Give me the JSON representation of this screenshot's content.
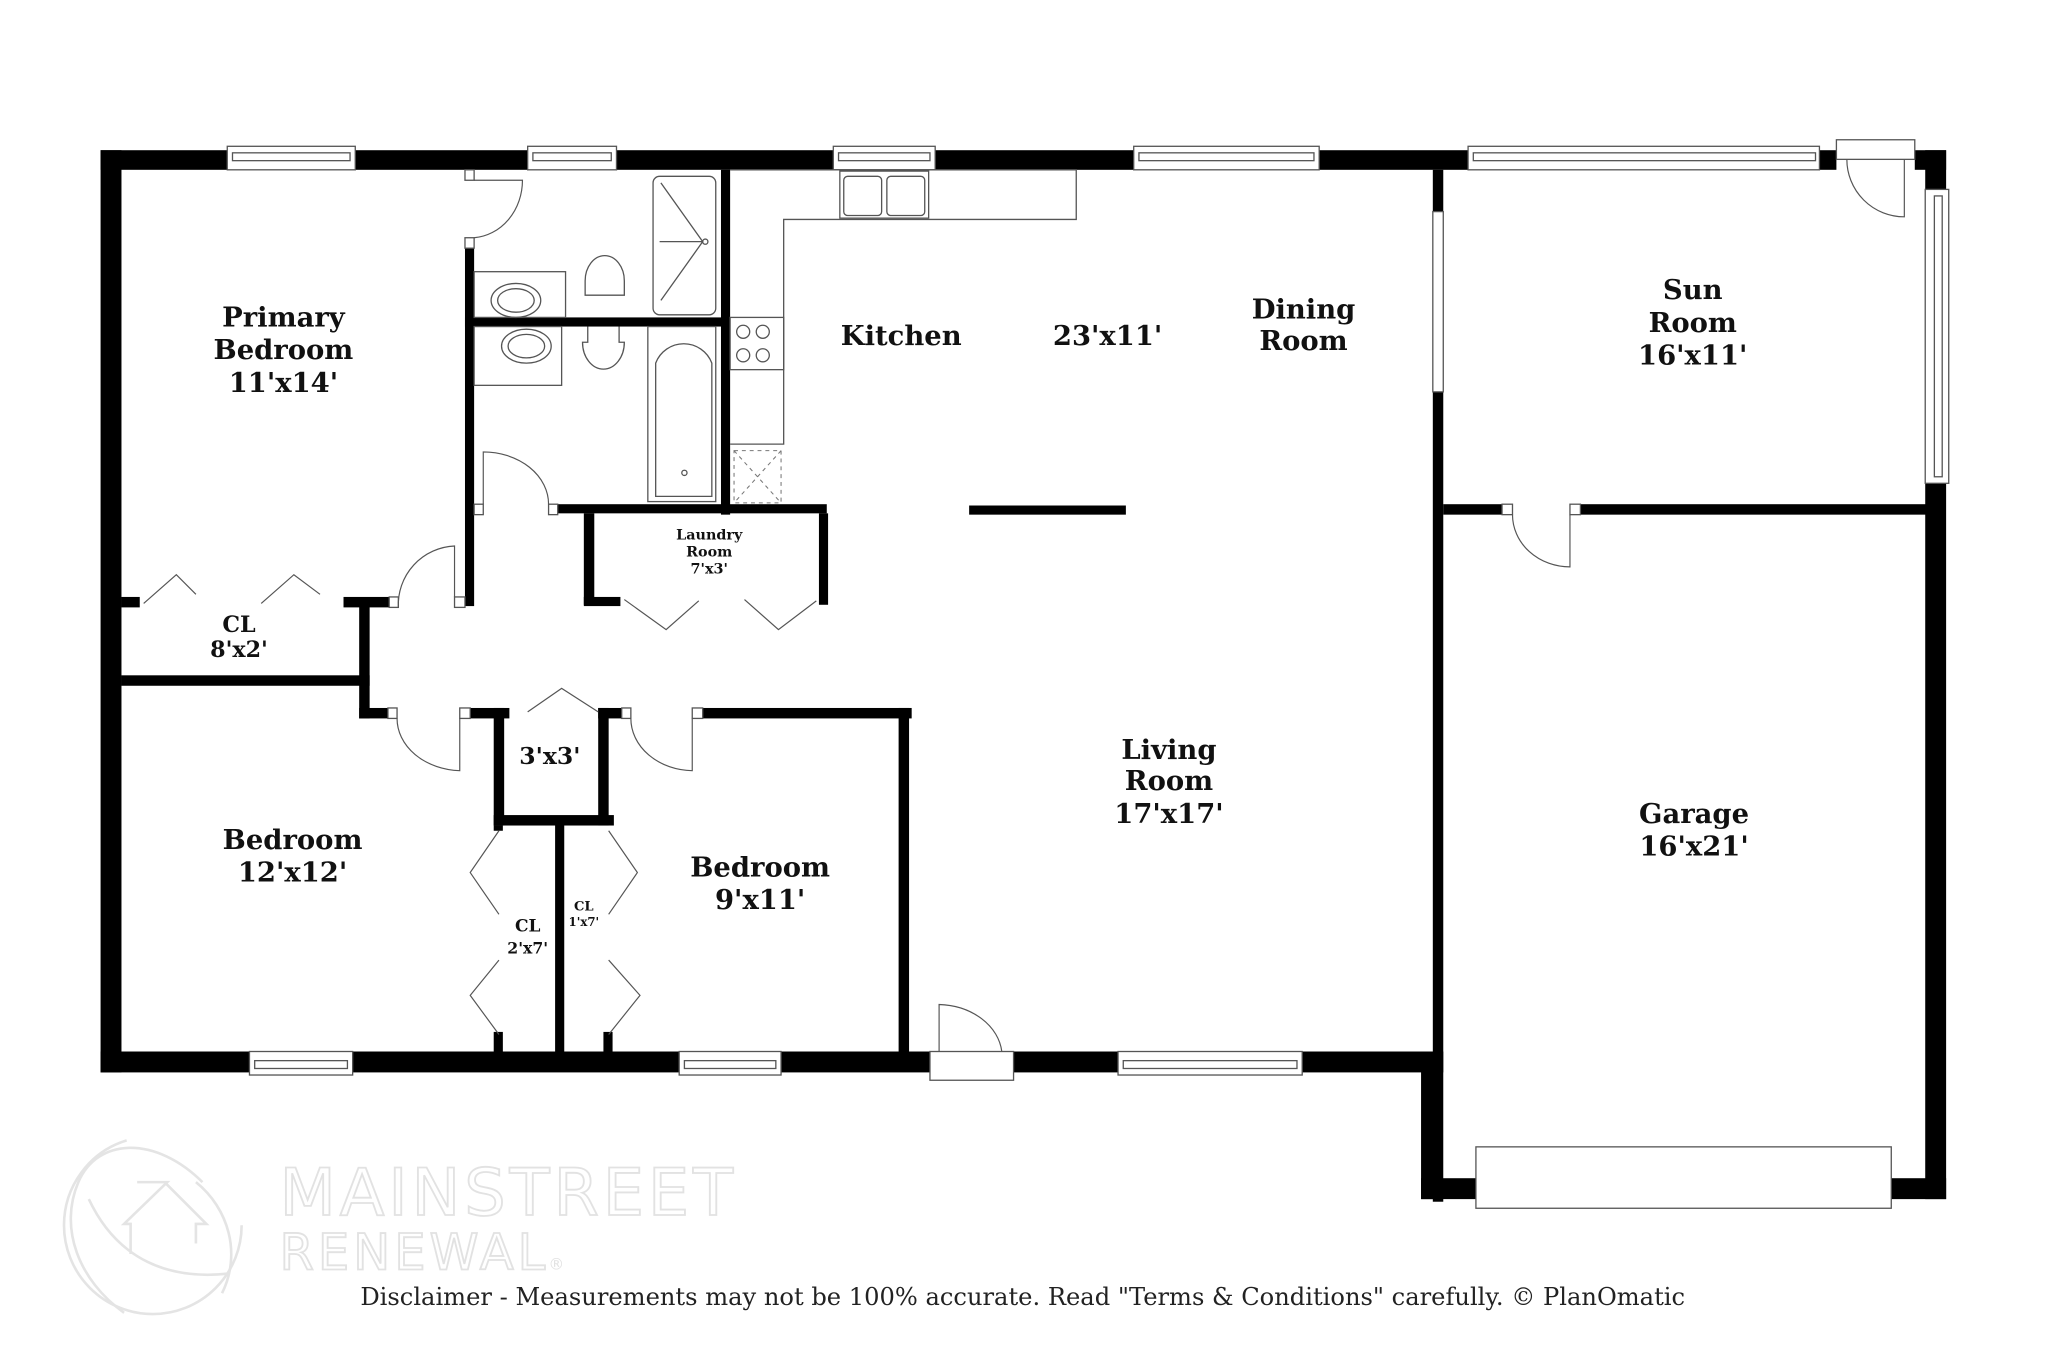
{
  "plan": {
    "rooms": [
      {
        "id": "primary-bedroom",
        "name_lines": [
          "Primary",
          "Bedroom"
        ],
        "dimensions": "11'x14'"
      },
      {
        "id": "closet-primary",
        "name_lines": [
          "CL"
        ],
        "dimensions": "8'x2'"
      },
      {
        "id": "kitchen",
        "name_lines": [
          "Kitchen"
        ],
        "dimensions": "23'x11'"
      },
      {
        "id": "dining-room",
        "name_lines": [
          "Dining",
          "Room"
        ],
        "dimensions": ""
      },
      {
        "id": "sun-room",
        "name_lines": [
          "Sun",
          "Room"
        ],
        "dimensions": "16'x11'"
      },
      {
        "id": "laundry-room",
        "name_lines": [
          "Laundry",
          "Room"
        ],
        "dimensions": "7'x3'"
      },
      {
        "id": "hall-closet",
        "name_lines": [],
        "dimensions": "3'x3'"
      },
      {
        "id": "bedroom-2",
        "name_lines": [
          "Bedroom"
        ],
        "dimensions": "12'x12'"
      },
      {
        "id": "closet-bedroom-2",
        "name_lines": [
          "CL"
        ],
        "dimensions": "2'x7'"
      },
      {
        "id": "closet-bedroom-3",
        "name_lines": [
          "CL"
        ],
        "dimensions": "1'x7'"
      },
      {
        "id": "bedroom-3",
        "name_lines": [
          "Bedroom"
        ],
        "dimensions": "9'x11'"
      },
      {
        "id": "living-room",
        "name_lines": [
          "Living",
          "Room"
        ],
        "dimensions": "17'x17'"
      },
      {
        "id": "garage",
        "name_lines": [
          "Garage"
        ],
        "dimensions": "16'x21'"
      }
    ]
  },
  "watermark": {
    "line1": "MAINSTREET",
    "line2": "RENEWAL",
    "mark": "®"
  },
  "footer": {
    "disclaimer": "Disclaimer - Measurements may not be 100% accurate. Read \"Terms & Conditions\" carefully. © PlanOmatic"
  },
  "colors": {
    "wall": "#000000",
    "fixture_line": "#555555",
    "watermark": "#e2e2e2",
    "background": "#ffffff"
  }
}
